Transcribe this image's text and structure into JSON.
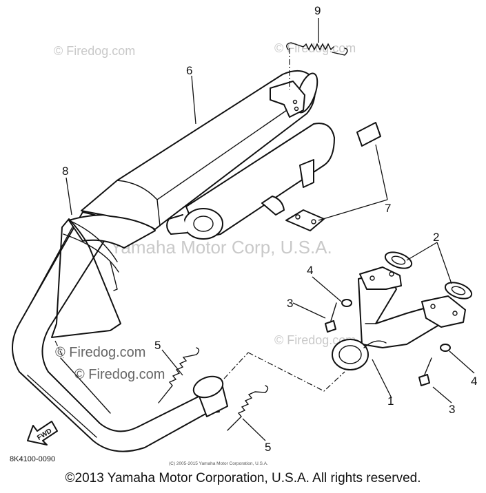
{
  "diagram": {
    "callouts": [
      "9",
      "6",
      "8",
      "7",
      "2",
      "4",
      "3",
      "5",
      "4",
      "1",
      "3",
      "5"
    ],
    "fwd_label": "FWD",
    "drawing_code": "8K4100-0090",
    "small_copyright": "(C) 2005-2015 Yamaha Motor Corporation, U.S.A."
  },
  "watermarks": {
    "firedog_1": "© Firedog.com",
    "firedog_2": "© Firedog.com",
    "firedog_3": "© Firedog.com",
    "firedog_4": "© Firedog.com",
    "firedog_5": "© Firedog.com",
    "yamaha": "Yamaha Motor Corp, U.S.A."
  },
  "footer": {
    "copyright": "©2013 Yamaha Motor Corporation, U.S.A. All rights reserved."
  }
}
